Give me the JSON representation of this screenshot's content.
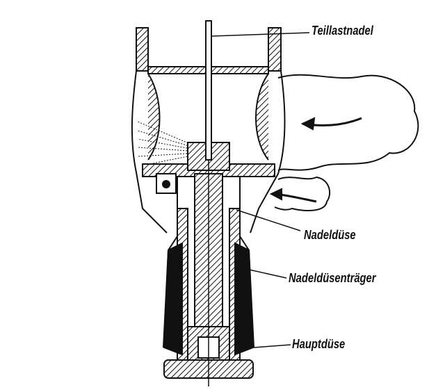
{
  "figure": {
    "labels": {
      "partial_load_needle": "Teillastnadel",
      "needle_jet": "Nadeldüse",
      "needle_jet_carrier": "Nadeldüsenträger",
      "main_jet": "Hauptdüse"
    },
    "colors": {
      "ink": "#111111",
      "paper": "#ffffff"
    }
  }
}
